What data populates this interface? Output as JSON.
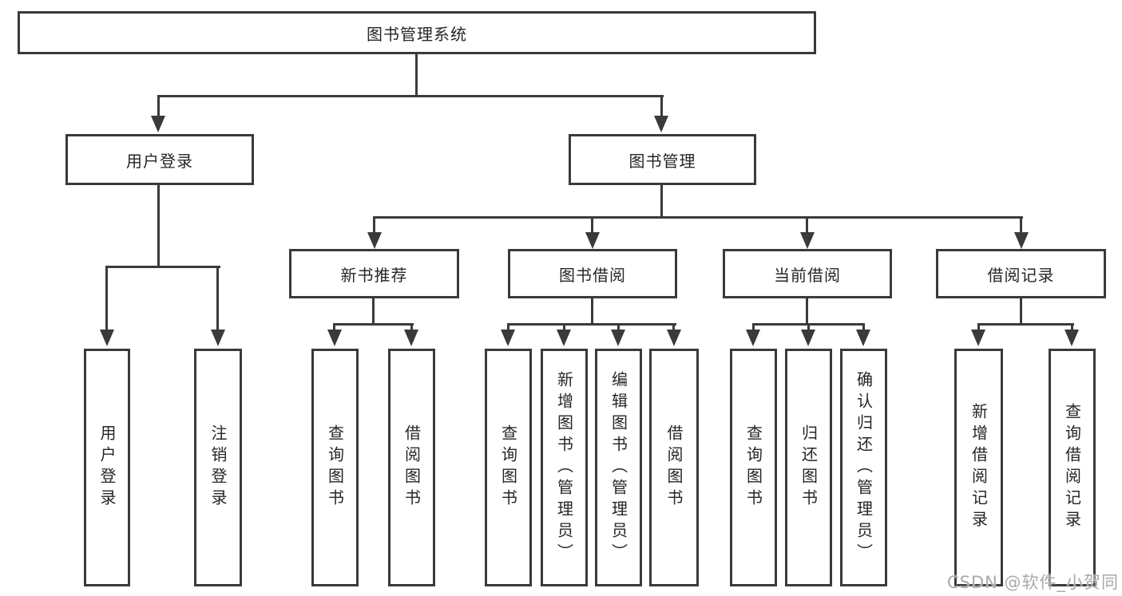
{
  "tree": {
    "root": {
      "label": "图书管理系统",
      "children": [
        {
          "label": "用户登录",
          "children": [
            {
              "label": "用户登录"
            },
            {
              "label": "注销登录"
            }
          ]
        },
        {
          "label": "图书管理",
          "children": [
            {
              "label": "新书推荐",
              "children": [
                {
                  "label": "查询图书"
                },
                {
                  "label": "借阅图书"
                }
              ]
            },
            {
              "label": "图书借阅",
              "children": [
                {
                  "label": "查询图书"
                },
                {
                  "label": "新增图书（管理员）"
                },
                {
                  "label": "编辑图书（管理员）"
                },
                {
                  "label": "借阅图书"
                }
              ]
            },
            {
              "label": "当前借阅",
              "children": [
                {
                  "label": "查询图书"
                },
                {
                  "label": "归还图书"
                },
                {
                  "label": "确认归还（管理员）"
                }
              ]
            },
            {
              "label": "借阅记录",
              "children": [
                {
                  "label": "新增借阅记录"
                },
                {
                  "label": "查询借阅记录"
                }
              ]
            }
          ]
        }
      ]
    }
  },
  "watermark": "CSDN @软件_小贺同学",
  "colors": {
    "line": "#3a3a3a",
    "text": "#262626",
    "watermark": "#a9a9a9",
    "background": "#ffffff"
  }
}
